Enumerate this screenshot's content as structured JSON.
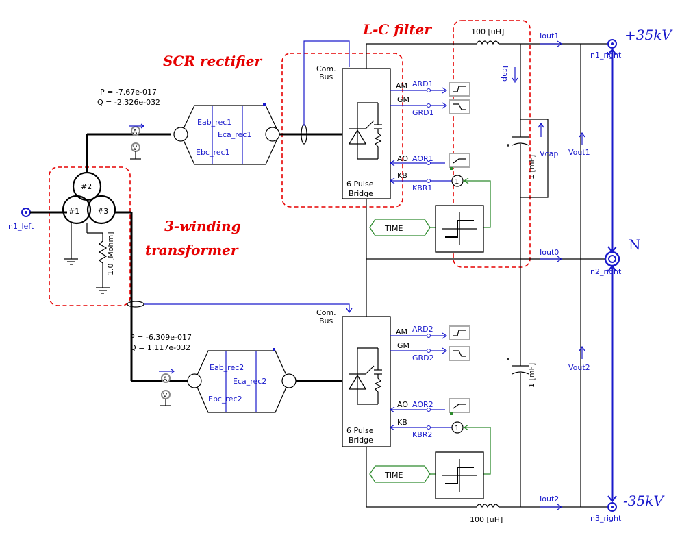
{
  "annotations": {
    "lc_filter": "L-C filter",
    "scr_rectifier": "SCR rectifier",
    "transformer_line1": "3-winding",
    "transformer_line2": "transformer"
  },
  "voltages": {
    "pos": "+35kV",
    "neutral": "N",
    "neg": "-35kV"
  },
  "nodes": {
    "n1_left": "n1_left",
    "n1_right": "n1_right",
    "n2_right": "n2_right",
    "n3_right": "n3_right"
  },
  "transformer": {
    "w1": "#1",
    "w2": "#2",
    "w3": "#3",
    "ground_res": "1.0 [Mohm]"
  },
  "power1": {
    "p": "P = -7.67e-017",
    "q": "Q = -2.326e-032"
  },
  "power2": {
    "p": "P = -6.309e-017",
    "q": "Q = 1.117e-032"
  },
  "meters1": {
    "eab": "Eab_rec1",
    "eca": "Eca_rec1",
    "ebc": "Ebc_rec1"
  },
  "meters2": {
    "eab": "Eab_rec2",
    "eca": "Eca_rec2",
    "ebc": "Ebc_rec2"
  },
  "bridge1": {
    "com_bus_1": "Com.",
    "com_bus_2": "Bus",
    "name1": "6 Pulse",
    "name2": "Bridge",
    "am": "AM",
    "gm": "GM",
    "ao": "AO",
    "kb": "KB",
    "ard": "ARD1",
    "grd": "GRD1",
    "aor": "AOR1",
    "kbr": "KBR1"
  },
  "bridge2": {
    "com_bus_1": "Com.",
    "com_bus_2": "Bus",
    "name1": "6 Pulse",
    "name2": "Bridge",
    "am": "AM",
    "gm": "GM",
    "ao": "AO",
    "kb": "KB",
    "ard": "ARD2",
    "grd": "GRD2",
    "aor": "AOR2",
    "kbr": "KBR2"
  },
  "time1": "TIME",
  "time2": "TIME",
  "filter": {
    "l_top": "100 [uH]",
    "l_bot": "100 [uH]",
    "c_top": "1 [mF]",
    "c_bot": "1 [mF]",
    "icap": "Icap",
    "vcap": "Vcap",
    "iout1": "Iout1",
    "iout0": "Iout0",
    "iout2": "Iout2",
    "vout1": "Vout1",
    "vout2": "Vout2"
  }
}
